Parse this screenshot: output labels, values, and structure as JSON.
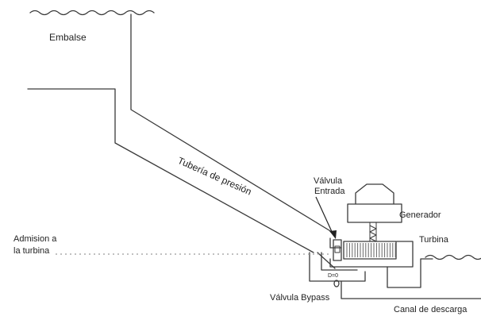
{
  "labels": {
    "reservoir": "Embalse",
    "penstock": "Tubería de presión",
    "inlet_valve_line1": "Válvula",
    "inlet_valve_line2": "Entrada",
    "generator": "Generador",
    "turbine": "Turbina",
    "intake_line1": "Admision a",
    "intake_line2": "la turbina",
    "bypass_mark": "D=0",
    "bypass_valve": "Válvula Bypass",
    "tailrace": "Canal de descarga"
  },
  "colors": {
    "stroke": "#3a3a3a",
    "text": "#222222",
    "dotted": "#9a9a9a",
    "turbine_hatch": "#666666"
  }
}
